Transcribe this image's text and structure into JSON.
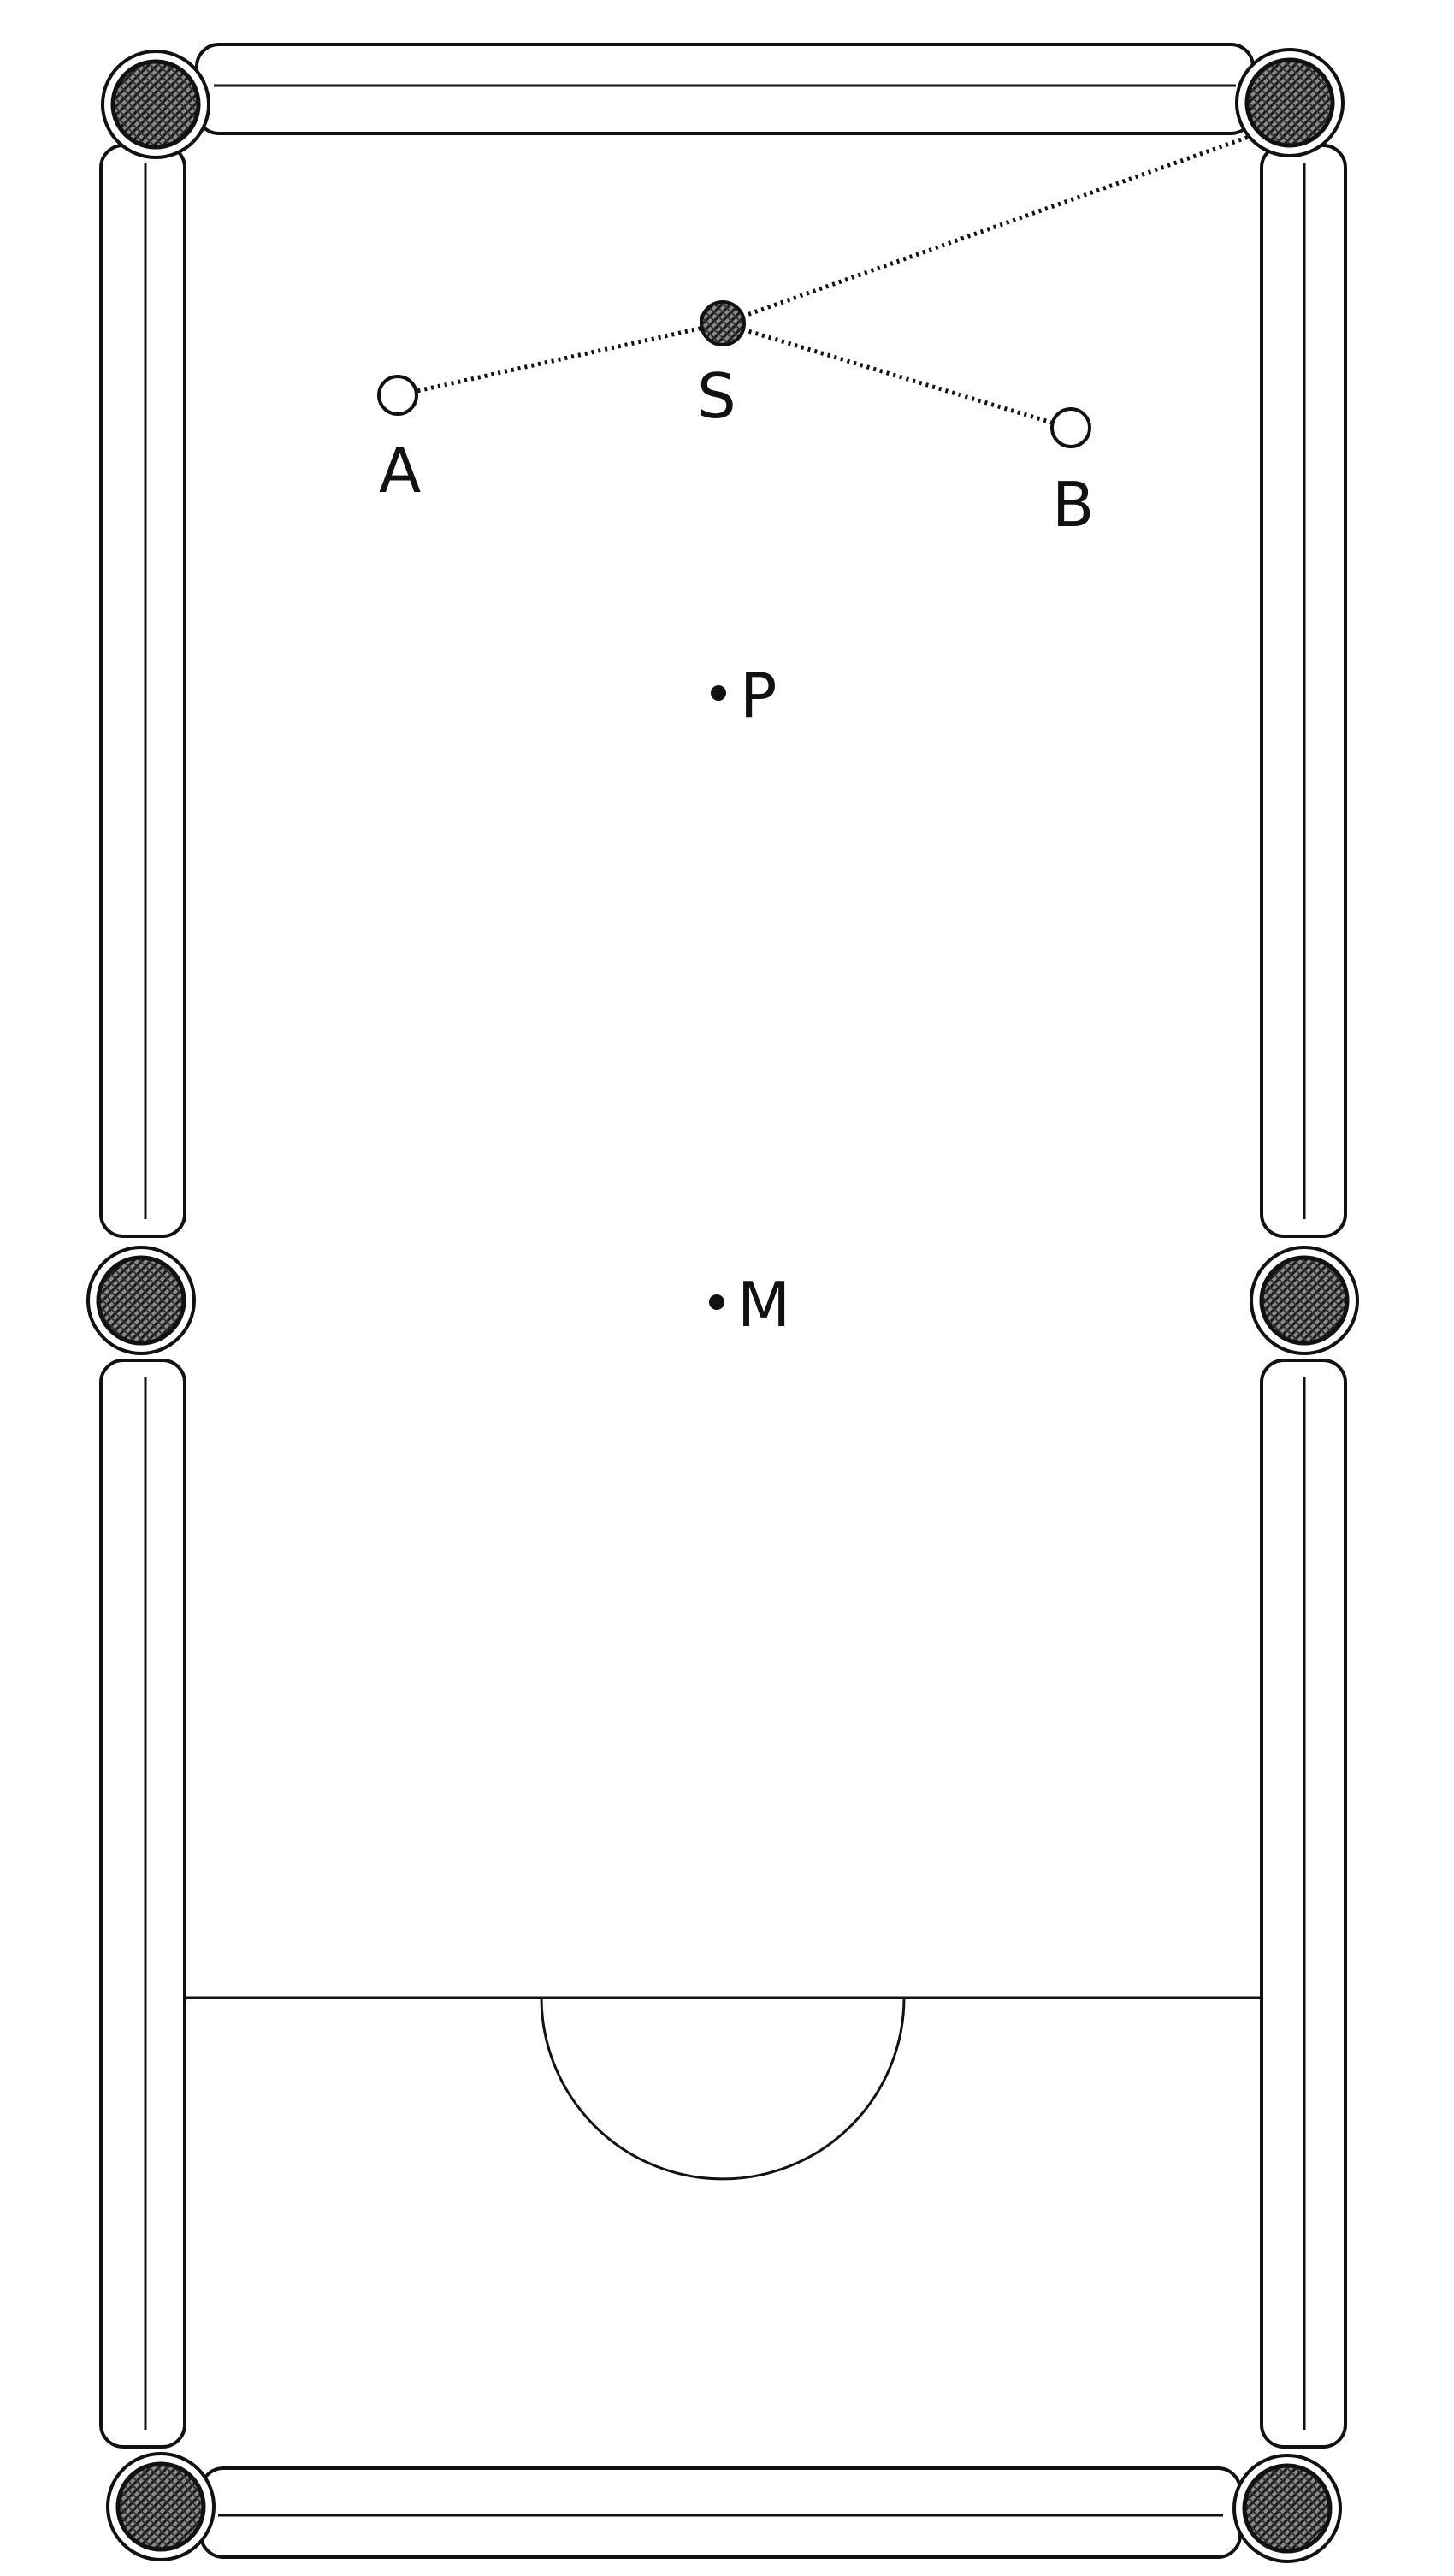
{
  "labels": {
    "a": "A",
    "s": "S",
    "b": "B",
    "p": "P",
    "m": "M"
  }
}
